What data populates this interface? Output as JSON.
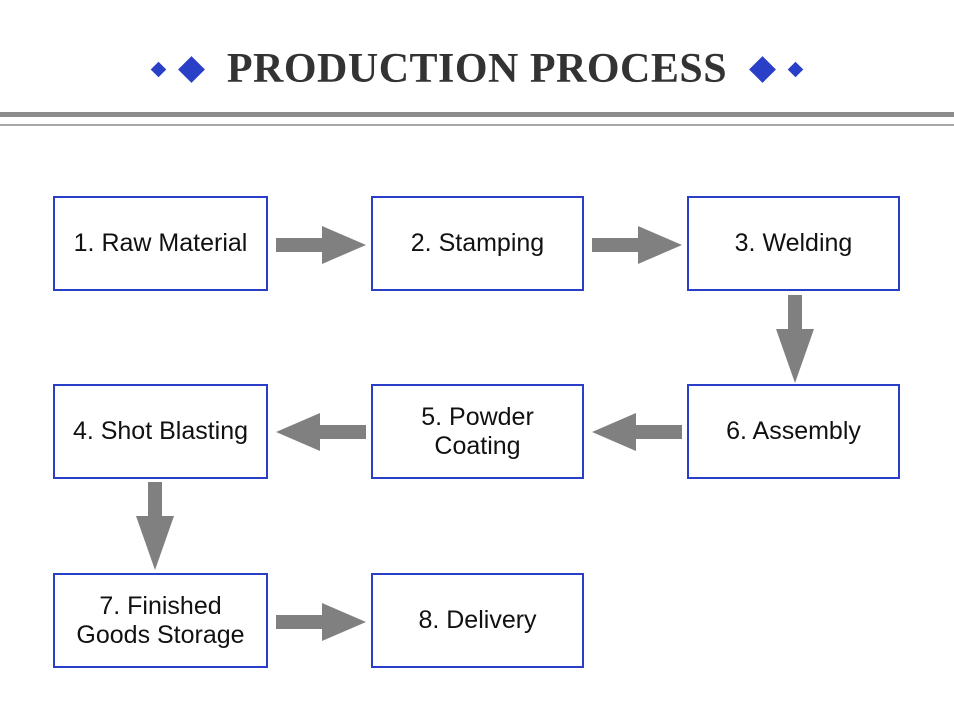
{
  "slide": {
    "title": "PRODUCTION PROCESS",
    "background_color": "#ffffff",
    "title_color": "#333333",
    "accent_color": "#2a3fc8",
    "arrow_color": "#808080",
    "divider_color": "#8c8c8c"
  },
  "decorations": {
    "left": [
      "diamond-small",
      "diamond-big"
    ],
    "right": [
      "diamond-big",
      "diamond-small"
    ]
  },
  "diagram": {
    "type": "flowchart",
    "steps": [
      {
        "number": "1",
        "label": "1. Raw Material"
      },
      {
        "number": "2",
        "label": "2. Stamping"
      },
      {
        "number": "3",
        "label": "3. Welding"
      },
      {
        "number": "4",
        "label": "4. Shot Blasting"
      },
      {
        "number": "5",
        "label": "5. Powder\nCoating"
      },
      {
        "number": "6",
        "label": "6. Assembly"
      },
      {
        "number": "7",
        "label": "7. Finished\nGoods Storage"
      },
      {
        "number": "8",
        "label": "8. Delivery"
      }
    ],
    "connections": [
      {
        "from": "1",
        "to": "2",
        "direction": "right"
      },
      {
        "from": "2",
        "to": "3",
        "direction": "right"
      },
      {
        "from": "3",
        "to": "6",
        "direction": "down"
      },
      {
        "from": "6",
        "to": "5",
        "direction": "left"
      },
      {
        "from": "5",
        "to": "4",
        "direction": "left"
      },
      {
        "from": "4",
        "to": "7",
        "direction": "down"
      },
      {
        "from": "7",
        "to": "8",
        "direction": "right"
      }
    ]
  }
}
